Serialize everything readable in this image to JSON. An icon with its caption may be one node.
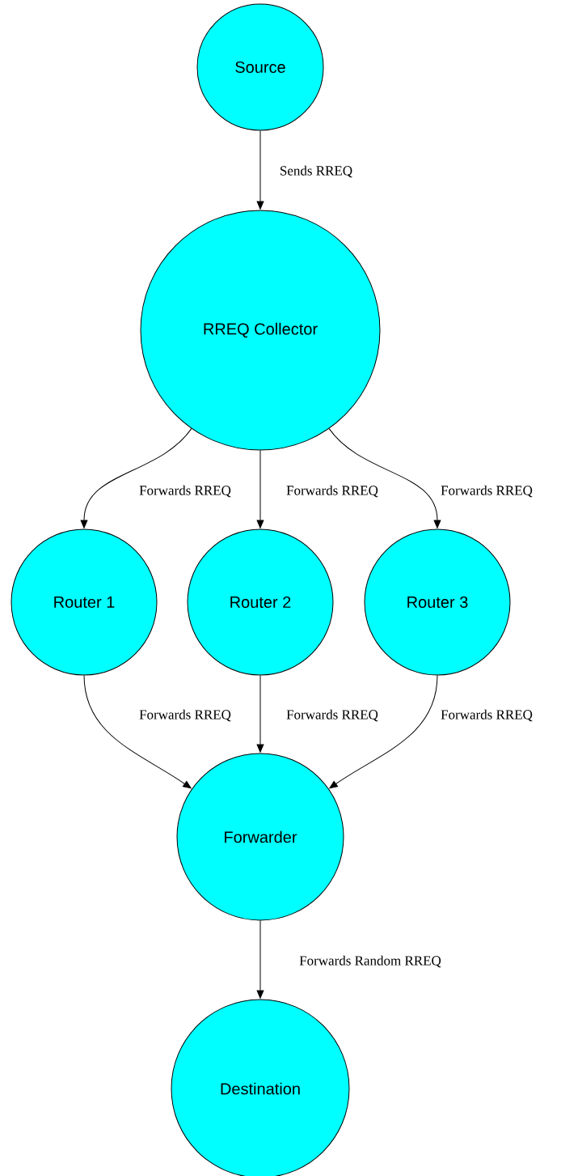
{
  "diagram": {
    "nodes": [
      {
        "text": [
          "Source"
        ]
      },
      {
        "text": [
          "RREQ Collector"
        ]
      },
      {
        "text": [
          "Router 1"
        ]
      },
      {
        "text": [
          "Router 2"
        ]
      },
      {
        "text": [
          "Router 3"
        ]
      },
      {
        "text": [
          "Forwarder"
        ]
      },
      {
        "text": [
          "Destination"
        ]
      }
    ],
    "edges": [
      {
        "from": 0,
        "to": 1,
        "arrow": "to",
        "label": "Sends RREQ"
      },
      {
        "from": 1,
        "to": 2,
        "arrow": "to",
        "label": "Forwards RREQ"
      },
      {
        "from": 1,
        "to": 3,
        "arrow": "to",
        "label": "Forwards RREQ"
      },
      {
        "from": 1,
        "to": 4,
        "arrow": "to",
        "label": "Forwards RREQ"
      },
      {
        "from": 2,
        "to": 5,
        "arrow": "to",
        "label": "Forwards RREQ"
      },
      {
        "from": 3,
        "to": 5,
        "arrow": "to",
        "label": "Forwards RREQ"
      },
      {
        "from": 4,
        "to": 5,
        "arrow": "to",
        "label": "Forwards RREQ"
      },
      {
        "from": 5,
        "to": 6,
        "arrow": "to",
        "label": "Forwards Random RREQ"
      }
    ]
  }
}
